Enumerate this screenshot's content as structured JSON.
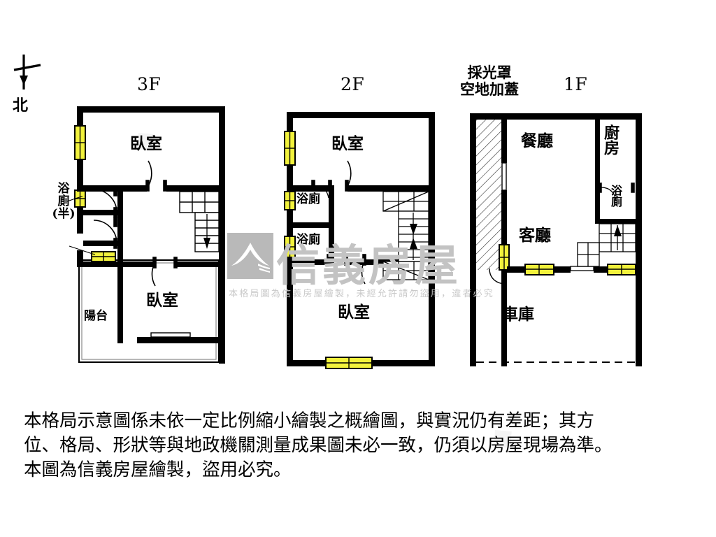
{
  "document": {
    "kind": "real-estate-floor-plan",
    "background_color": "#ffffff",
    "wall_color": "#000000",
    "window_color": "#f2f23c",
    "window_stroke": "#000000"
  },
  "compass": {
    "label": "北",
    "direction": "south-pointing-arrow-with-cross"
  },
  "floors": [
    {
      "id": "3f",
      "title": "3F",
      "rooms": [
        {
          "name": "bedroom-front",
          "label": "臥室"
        },
        {
          "name": "bedroom-rear",
          "label": "臥室"
        },
        {
          "name": "balcony",
          "label": "陽台"
        }
      ],
      "callouts": [
        {
          "name": "half-bath",
          "label": "浴廁\n(半)",
          "line1": "浴",
          "line2": "廁",
          "line3": "(半)"
        }
      ],
      "stairs": {
        "direction": "down",
        "arrow": "↓"
      }
    },
    {
      "id": "2f",
      "title": "2F",
      "rooms": [
        {
          "name": "bedroom-front",
          "label": "臥室"
        },
        {
          "name": "bathroom-upper",
          "label": "浴廁"
        },
        {
          "name": "bathroom-lower",
          "label": "浴廁"
        },
        {
          "name": "bedroom-rear",
          "label": "臥室"
        }
      ],
      "stairs": {
        "direction": "up-and-down",
        "arrow_down": "↓",
        "arrow_up": "↑"
      }
    },
    {
      "id": "1f",
      "title": "1F",
      "annotation": {
        "line1": "採光罩",
        "line2": "空地加蓋"
      },
      "rooms": [
        {
          "name": "dining-room",
          "label": "餐廳"
        },
        {
          "name": "kitchen",
          "label": "廚房"
        },
        {
          "name": "bathroom",
          "label": "浴廁"
        },
        {
          "name": "living-room",
          "label": "客廳"
        },
        {
          "name": "garage",
          "label": "車庫"
        }
      ],
      "stairs": {
        "direction": "up",
        "arrow": "↑"
      }
    }
  ],
  "watermark": {
    "brand": "信義房屋",
    "notice": "本格局圖為信義房屋繪製，未經允許請勿盜用，違者必究",
    "logo_color": "#b9b9b9",
    "text_color": "#c3c3c3"
  },
  "disclaimer": {
    "line1": "本格局示意圖係未依一定比例縮小繪製之概繪圖，與實況仍有差距；其方",
    "line2": "位、格局、形狀等與地政機關測量成果圖未必一致，仍須以房屋現場為準。",
    "line3": "本圖為信義房屋繪製，盜用必究。"
  }
}
